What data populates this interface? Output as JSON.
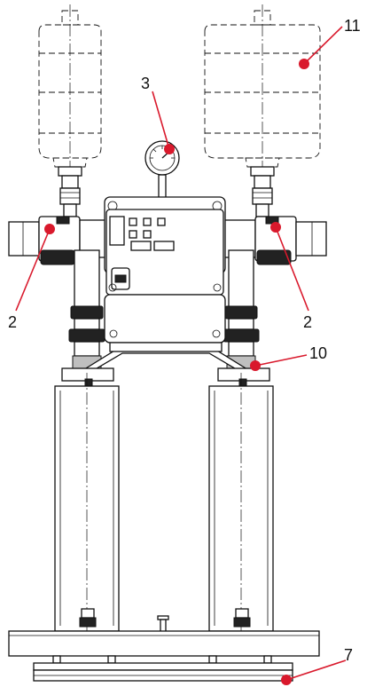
{
  "callouts": [
    {
      "id": "tank",
      "label": "11"
    },
    {
      "id": "gauge",
      "label": "3"
    },
    {
      "id": "valve-left",
      "label": "2"
    },
    {
      "id": "valve-right",
      "label": "2"
    },
    {
      "id": "connector",
      "label": "10"
    },
    {
      "id": "base",
      "label": "7"
    }
  ],
  "colors": {
    "leader": "#d9192c",
    "line": "#111111"
  }
}
